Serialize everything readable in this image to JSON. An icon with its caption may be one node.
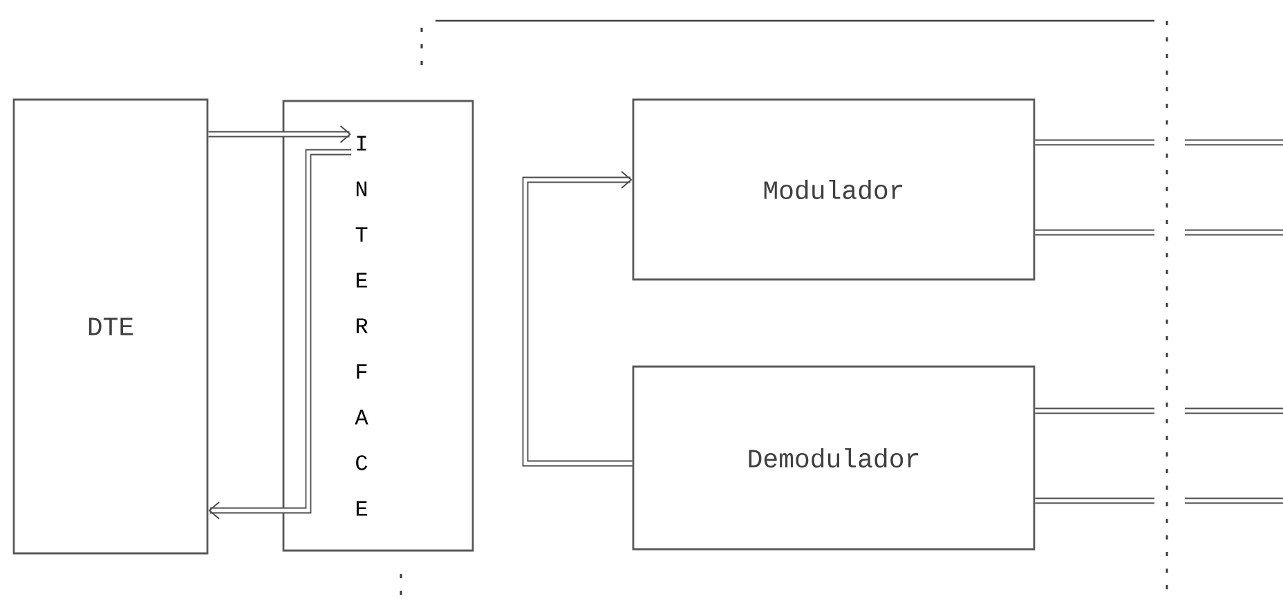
{
  "diagram": {
    "nodes": [
      {
        "text": [
          "DTE"
        ]
      },
      {
        "text": [
          "INTERFACE"
        ]
      },
      {
        "text": [
          "Modulador"
        ]
      },
      {
        "text": [
          "Demodulador"
        ]
      }
    ],
    "edges": [
      {
        "from": 0,
        "to": 1,
        "arrow": "to"
      },
      {
        "from": 1,
        "to": 0,
        "arrow": "to"
      },
      {
        "from": 3,
        "to": 2,
        "arrow": "to"
      },
      {
        "from": 2,
        "to": null,
        "arrow": "none"
      },
      {
        "from": 2,
        "to": null,
        "arrow": "none"
      },
      {
        "from": 3,
        "to": null,
        "arrow": "none"
      },
      {
        "from": 3,
        "to": null,
        "arrow": "none"
      }
    ]
  }
}
